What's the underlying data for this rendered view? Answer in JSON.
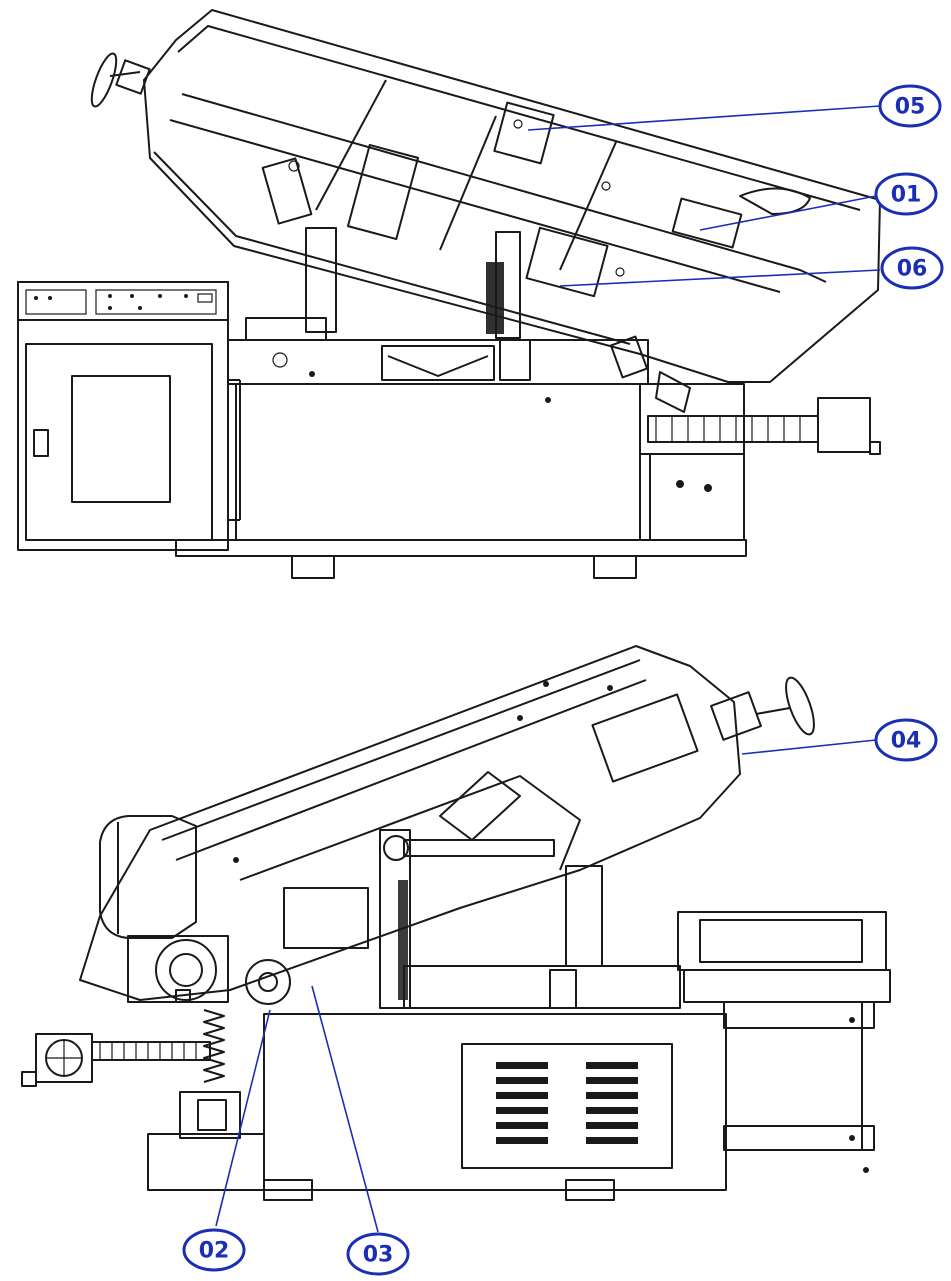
{
  "callouts": [
    {
      "id": "05",
      "label": "05"
    },
    {
      "id": "01",
      "label": "01"
    },
    {
      "id": "06",
      "label": "06"
    },
    {
      "id": "04",
      "label": "04"
    },
    {
      "id": "02",
      "label": "02"
    },
    {
      "id": "03",
      "label": "03"
    }
  ],
  "colors": {
    "callout": "#1a2fb4",
    "linework": "#1a1a1a"
  }
}
